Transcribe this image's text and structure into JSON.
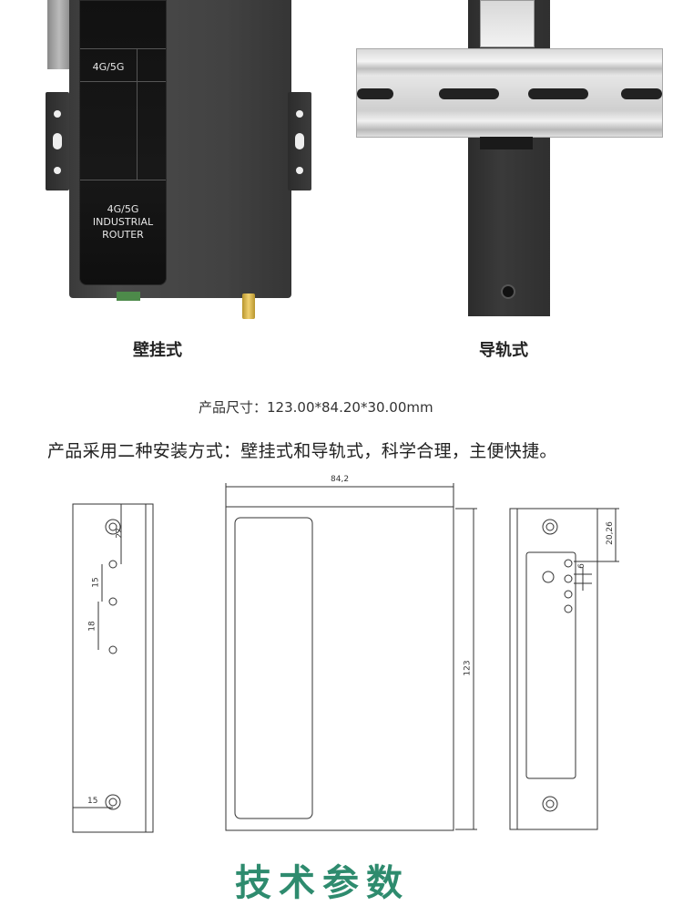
{
  "photos": {
    "wall": {
      "panel_top_label": "4G/5G",
      "panel_bottom_lines": [
        "4G/5G",
        "INDUSTRIAL",
        "ROUTER"
      ],
      "caption": "壁挂式"
    },
    "rail": {
      "caption": "导轨式"
    }
  },
  "size_line": {
    "label": "产品尺寸：",
    "value": "123.00*84.20*30.00mm"
  },
  "description": "产品采用二种安装方式：壁挂式和导轨式，科学合理，主便快捷。",
  "drawings": {
    "left_dims": [
      "22",
      "15",
      "18",
      "15"
    ],
    "front_dims": {
      "width": "84,2",
      "height": "123"
    },
    "right_dims": [
      "20,26",
      "6"
    ]
  },
  "next_section_title": "技术参数"
}
